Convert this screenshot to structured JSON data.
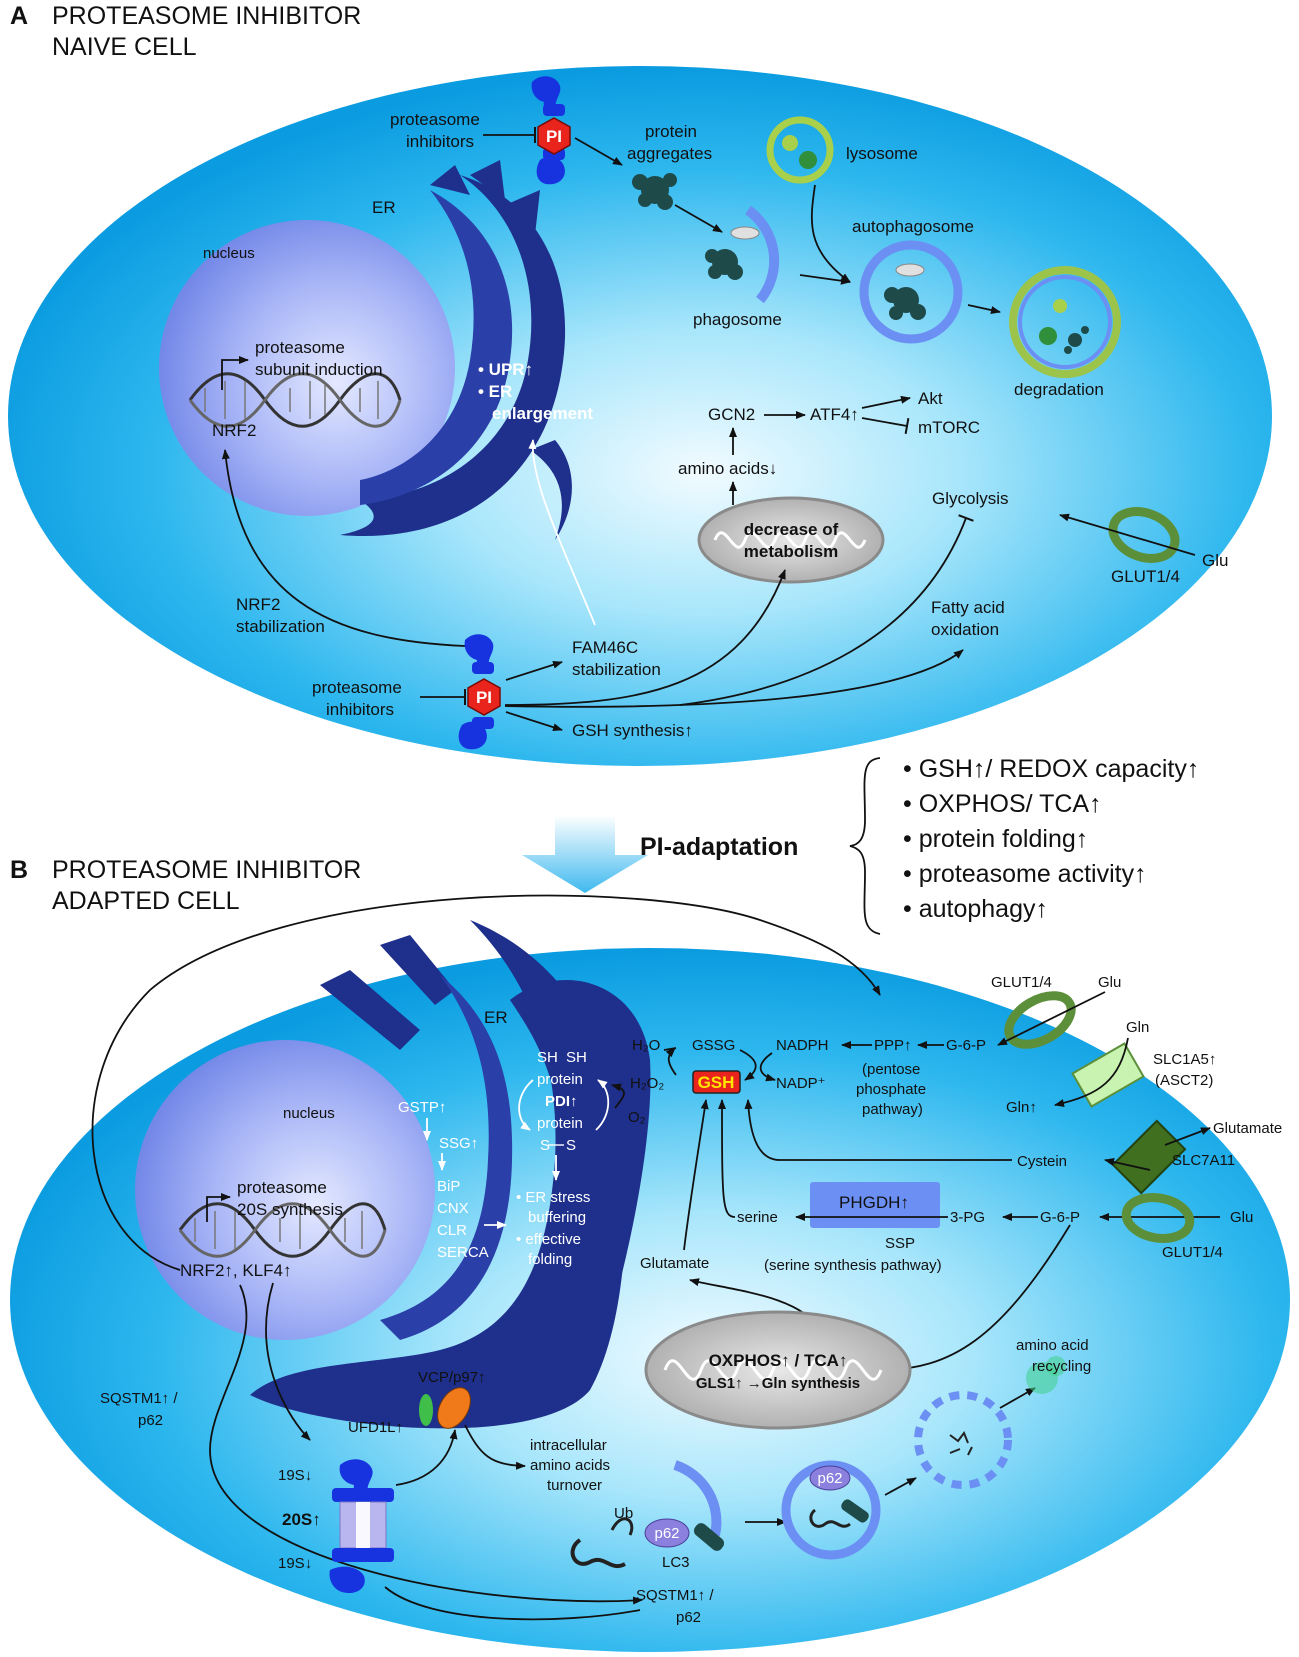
{
  "panel_a": {
    "letter": "A",
    "title_line1": "PROTEASOME INHIBITOR",
    "title_line2": "NAIVE CELL",
    "er": "ER",
    "nucleus": "nucleus",
    "proteasome_line1": "proteasome",
    "proteasome_line2": "subunit induction",
    "nrf2": "NRF2",
    "upr": "• UPR↑",
    "er_enl1": "• ER",
    "er_enl2": "enlargement",
    "pi_top_label1": "proteasome",
    "pi_top_label2": "inhibitors",
    "pi": "PI",
    "protein_agg1": "protein",
    "protein_agg2": "aggregates",
    "lysosome": "lysosome",
    "autophagosome": "autophagosome",
    "phagosome": "phagosome",
    "degradation": "degradation",
    "gcn2": "GCN2",
    "atf4": "ATF4↑",
    "akt": "Akt",
    "mtorc": "mTORC",
    "amino_acids": "amino acids↓",
    "dec_metab1": "decrease of",
    "dec_metab2": "metabolism",
    "glycolysis": "Glycolysis",
    "glut": "GLUT1/4",
    "glu": "Glu",
    "nrf2_stab1": "NRF2",
    "nrf2_stab2": "stabilization",
    "fam46c1": "FAM46C",
    "fam46c2": "stabilization",
    "fatty1": "Fatty acid",
    "fatty2": "oxidation",
    "pi_bot_label1": "proteasome",
    "pi_bot_label2": "inhibitors",
    "gsh_syn": "GSH synthesis↑"
  },
  "adaptation": {
    "label": "PI-adaptation",
    "bullets": [
      "• GSH↑/ REDOX capacity↑",
      "• OXPHOS/ TCA↑",
      "• protein folding↑",
      "• proteasome activity↑",
      "• autophagy↑"
    ]
  },
  "panel_b": {
    "letter": "B",
    "title_line1": "PROTEASOME INHIBITOR",
    "title_line2": "ADAPTED CELL",
    "er": "ER",
    "nucleus": "nucleus",
    "proteasome_line1": "proteasome",
    "proteasome_line2": "20S synthesis",
    "nrf2_klf4": "NRF2↑, KLF4↑",
    "gstp": "GSTP↑",
    "ssg": "SSG↑",
    "bip": "BiP",
    "cnx": "CNX",
    "clr": "CLR",
    "serca": "SERCA",
    "sh1": "SH",
    "sh2": "SH",
    "protein1": "protein",
    "pdi": "PDI↑",
    "protein2": "protein",
    "s1": "S",
    "s2": "S",
    "er_stress1": "• ER stress",
    "er_stress2": "buffering",
    "eff1": "• effective",
    "eff2": "folding",
    "h2o": "H₂O",
    "h2o2": "H₂O₂",
    "o2": "O₂",
    "gssg": "GSSG",
    "gsh": "GSH",
    "nadph": "NADPH",
    "nadp": "NADP⁺",
    "ppp": "PPP↑",
    "ppp_desc1": "(pentose",
    "ppp_desc2": "phosphate",
    "ppp_desc3": "pathway)",
    "g6p_top": "G-6-P",
    "glut_top": "GLUT1/4",
    "glu_top": "Glu",
    "gln": "Gln",
    "slc1a5_1": "SLC1A5↑",
    "slc1a5_2": "(ASCT2)",
    "gln_up": "Gln↑",
    "glutamate_out": "Glutamate",
    "cystein": "Cystein",
    "slc7a11": "SLC7A11",
    "phgdh": "PHGDH↑",
    "serine": "serine",
    "three_pg": "3-PG",
    "g6p_mid": "G-6-P",
    "glu_mid": "Glu",
    "glut_mid": "GLUT1/4",
    "ssp1": "SSP",
    "ssp2": "(serine synthesis pathway)",
    "glutamate_in": "Glutamate",
    "oxphos": "OXPHOS↑ / TCA↑",
    "gls1": "GLS1↑ →Gln synthesis",
    "sqstm_left1": "SQSTM1↑ /",
    "sqstm_left2": "p62",
    "vcp": "VCP/p97↑",
    "ufd1l": "UFD1L↑",
    "intracell1": "intracellular",
    "intracell2": "amino acids",
    "intracell3": "turnover",
    "s19_top": "19S↓",
    "s20": "20S↑",
    "s19_bot": "19S↓",
    "ub": "Ub",
    "p62_a": "p62",
    "lc3": "LC3",
    "p62_b": "p62",
    "sqstm_bot1": "SQSTM1↑ /",
    "sqstm_bot2": "p62",
    "amino_recycle1": "amino acid",
    "amino_recycle2": "recycling"
  },
  "colors": {
    "cell_outer": "#0a9fe0",
    "cell_inner": "#eaf9ff",
    "nucleus": "#8fa3f2",
    "er": "#1e2f8c",
    "pi_hex": "#e8241c",
    "gsh_box": "#e8241c",
    "gsh_text": "#ffe600",
    "phgdh_box": "#6b8ff2",
    "mito": "#b9b9b9",
    "glut_ring": "#5c8f3a"
  }
}
